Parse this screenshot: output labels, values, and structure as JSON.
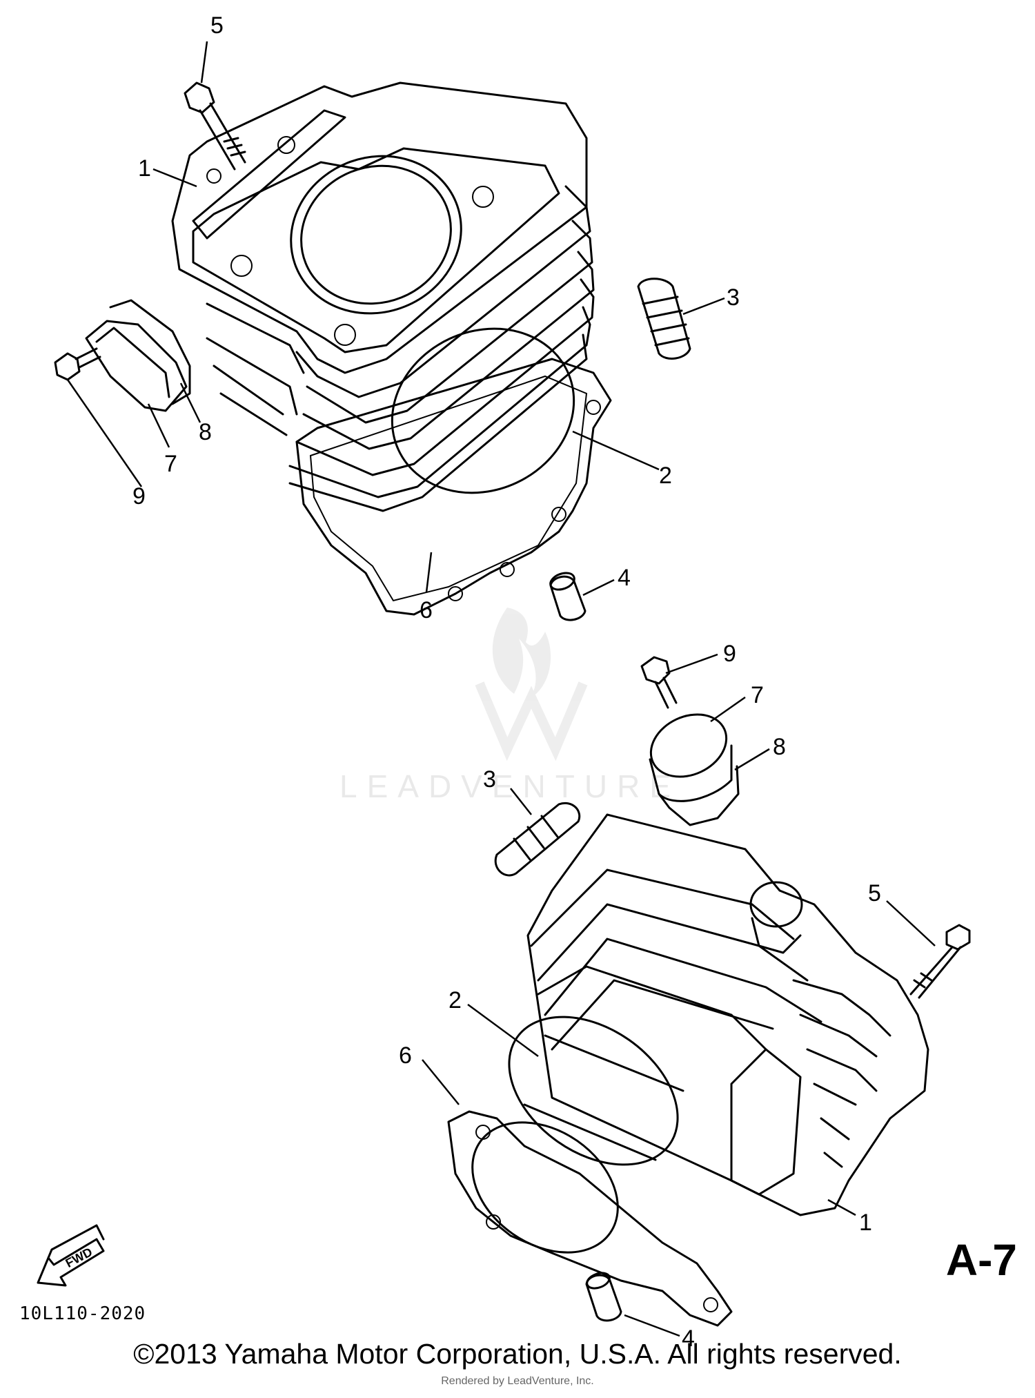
{
  "callouts": {
    "top": [
      "5",
      "1",
      "3",
      "2",
      "8",
      "7",
      "9",
      "6",
      "4"
    ],
    "bottom": [
      "9",
      "7",
      "8",
      "3",
      "5",
      "2",
      "6",
      "1",
      "4"
    ]
  },
  "fwd_label": "FWD",
  "sheet_id": "A-7",
  "drawing_number": "10L110-2020",
  "watermark": "LEADVENTURE",
  "copyright": "©2013 Yamaha Motor Corporation, U.S.A. All rights reserved.",
  "rendered_by": "Rendered by LeadVenture, Inc."
}
